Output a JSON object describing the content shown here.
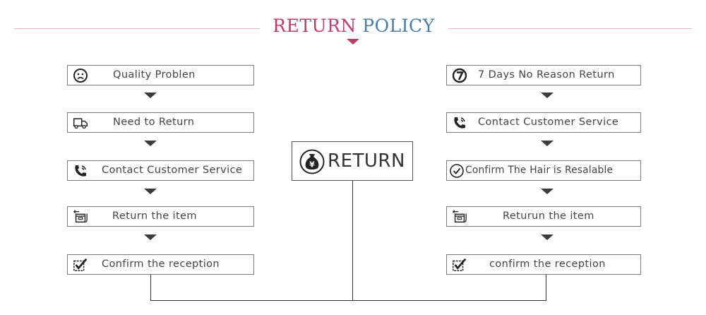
{
  "header": {
    "title_part1": "RETURN",
    "title_part2": "POLICY"
  },
  "center": {
    "label": "RETURN",
    "icon": "money-bag-icon"
  },
  "left_flow": [
    {
      "label": "Quality Problen",
      "icon": "sad-face-icon"
    },
    {
      "label": "Need to Return",
      "icon": "truck-icon"
    },
    {
      "label": "Contact Customer Service",
      "icon": "phone-icon"
    },
    {
      "label": "Return the item",
      "icon": "return-box-icon"
    },
    {
      "label": "Confirm the reception",
      "icon": "checkbox-icon"
    }
  ],
  "right_flow": [
    {
      "label": "7 Days No Reason Return",
      "icon": "seven-days-icon"
    },
    {
      "label": "Contact Customer Service",
      "icon": "phone-icon"
    },
    {
      "label": "Confirm The Hair is Resalable",
      "icon": "check-circle-icon"
    },
    {
      "label": "Returun the item",
      "icon": "return-box-icon"
    },
    {
      "label": "confirm the reception",
      "icon": "checkbox-icon"
    }
  ],
  "colors": {
    "title_primary": "#c13a68",
    "title_secondary": "#4a7da8",
    "rule": "#e6b3bd",
    "border": "#7a7a7a"
  }
}
